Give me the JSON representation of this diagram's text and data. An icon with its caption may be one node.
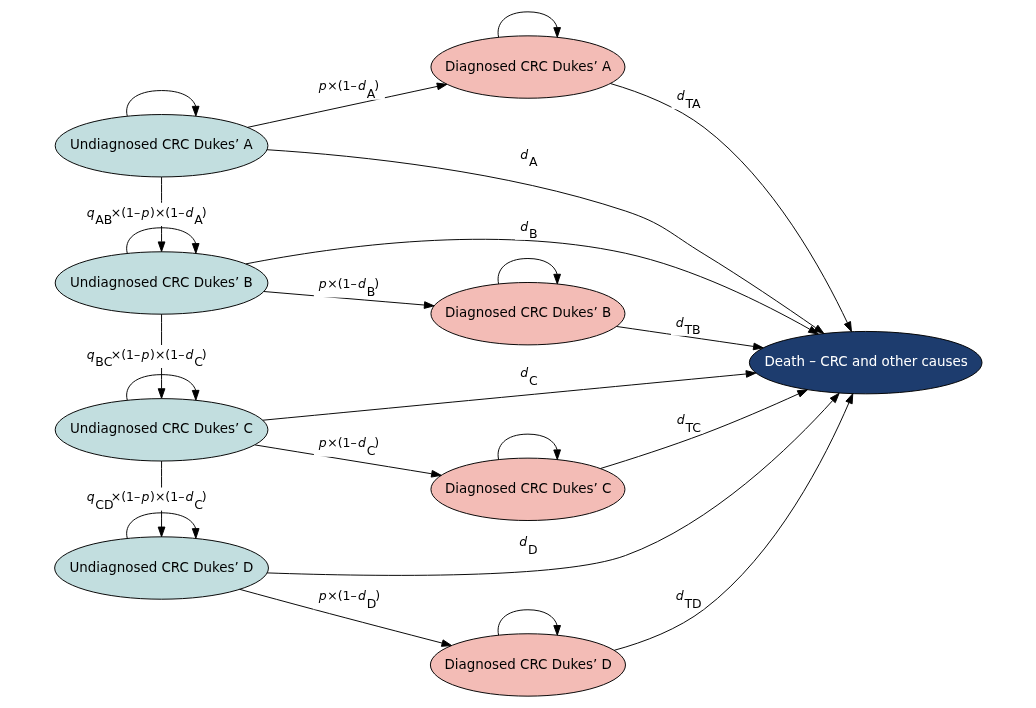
{
  "diagram": {
    "nodes": [
      {
        "text": [
          "Undiagnosed CRC Dukes’ A"
        ]
      },
      {
        "text": [
          "Diagnosed CRC Dukes’ A"
        ]
      },
      {
        "text": [
          "Death – CRC and other causes"
        ]
      },
      {
        "text": [
          "Undiagnosed CRC Dukes’ B"
        ]
      },
      {
        "text": [
          "Diagnosed CRC Dukes’ B"
        ]
      },
      {
        "text": [
          "Undiagnosed CRC Dukes’ C"
        ]
      },
      {
        "text": [
          "Diagnosed CRC Dukes’ C"
        ]
      },
      {
        "text": [
          "Undiagnosed CRC Dukes’ D"
        ]
      },
      {
        "text": [
          "Diagnosed CRC Dukes’ D"
        ]
      }
    ],
    "edges": [
      {
        "from": 0,
        "to": 0,
        "arrow": "to"
      },
      {
        "from": 1,
        "to": 1,
        "arrow": "to"
      },
      {
        "from": 0,
        "to": 1,
        "arrow": "to",
        "label": "*p*×(1–*d*$_{A}$)"
      },
      {
        "from": 1,
        "to": 2,
        "arrow": "to",
        "label": "*d*$_{TA}$"
      },
      {
        "from": 0,
        "to": 2,
        "arrow": "to",
        "label": "*d*$_{A}$"
      },
      {
        "from": 0,
        "to": 3,
        "arrow": "to",
        "label": "*q*$_{AB}$×(1–*p*)×(1–*d*$_{A}$)"
      },
      {
        "from": 3,
        "to": 3,
        "arrow": "to"
      },
      {
        "from": 4,
        "to": 4,
        "arrow": "to"
      },
      {
        "from": 3,
        "to": 4,
        "arrow": "to",
        "label": "*p*×(1–*d*$_{B}$)"
      },
      {
        "from": 4,
        "to": 2,
        "arrow": "to",
        "label": "*d*$_{TB}$"
      },
      {
        "from": 3,
        "to": 2,
        "arrow": "to",
        "label": "*d*$_{B}$"
      },
      {
        "from": 3,
        "to": 5,
        "arrow": "to",
        "label": "*q*$_{BC}$×(1–*p*)×(1–*d*$_{C}$)"
      },
      {
        "from": 5,
        "to": 5,
        "arrow": "to"
      },
      {
        "from": 6,
        "to": 6,
        "arrow": "to"
      },
      {
        "from": 5,
        "to": 6,
        "arrow": "to",
        "label": "*p*×(1–*d*$_{C}$)"
      },
      {
        "from": 6,
        "to": 2,
        "arrow": "to",
        "label": "*d*$_{TC}$"
      },
      {
        "from": 5,
        "to": 2,
        "arrow": "to",
        "label": "*d*$_{C}$"
      },
      {
        "from": 5,
        "to": 7,
        "arrow": "to",
        "label": "*q*$_{CD}$×(1–*p*)×(1–*d*$_{C}$)"
      },
      {
        "from": 7,
        "to": 7,
        "arrow": "to"
      },
      {
        "from": 8,
        "to": 8,
        "arrow": "to"
      },
      {
        "from": 7,
        "to": 8,
        "arrow": "to",
        "label": "*p*×(1–*d*$_{D}$)"
      },
      {
        "from": 8,
        "to": 2,
        "arrow": "to",
        "label": "*d*$_{TD}$"
      },
      {
        "from": 7,
        "to": 2,
        "arrow": "to",
        "label": "*d*$_{D}$"
      }
    ]
  }
}
